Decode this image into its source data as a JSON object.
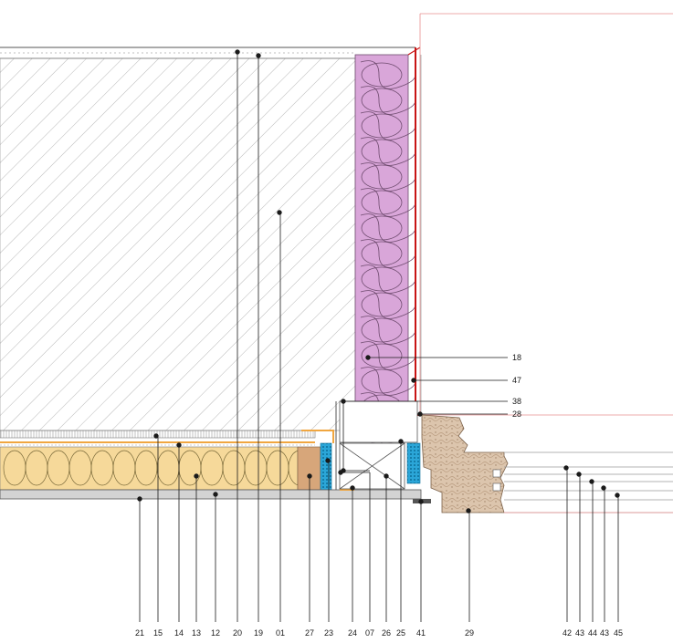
{
  "diagram": {
    "callouts": {
      "right": [
        "18",
        "47",
        "38",
        "28"
      ],
      "bottom": [
        "21",
        "15",
        "14",
        "13",
        "12",
        "20",
        "19",
        "01",
        "27",
        "23",
        "24",
        "07",
        "26",
        "25",
        "41",
        "29",
        "42",
        "43",
        "44",
        "43",
        "45"
      ]
    },
    "colors": {
      "insulation_pink": "#d9a6d9",
      "insulation_yellow": "#f6d99a",
      "timber": "#d7a67a",
      "frame_wood": "#dcc5ad",
      "seal_blue": "#2ba6d8",
      "membrane_orange": "#f0a640",
      "red_line": "#c81414",
      "ceiling_grey": "#d3d3d3"
    }
  }
}
